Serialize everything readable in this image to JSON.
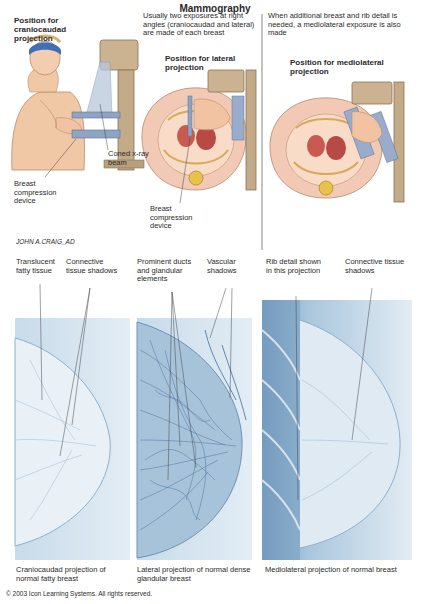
{
  "diagram": {
    "title": "Mammography",
    "labels": [
      "Position for craniocaudad projection",
      "Usually two exposures at right angles (craniocaudad and lateral) are made of each breast",
      "Coned x-ray beam",
      "Breast compression device",
      "JOHN A.CRAIG_AD",
      "Position for lateral projection",
      "Breast compression device",
      "When additional breast and rib detail is needed, a mediolateral exposure is also made",
      "Position for mediolateral projection",
      "Translucent fatty tissue",
      "Connective tissue shadows",
      "Prominent ducts and glandular elements",
      "Vascular shadows",
      "Rib detail shown in this projection",
      "Connective tissue shadows",
      "Craniocaudad projection of normal fatty breast",
      "Lateral projection of normal dense glandular breast",
      "Mediolateral projection of normal breast",
      "© 2003 Icon Learning Systems. All rights reserved."
    ]
  }
}
